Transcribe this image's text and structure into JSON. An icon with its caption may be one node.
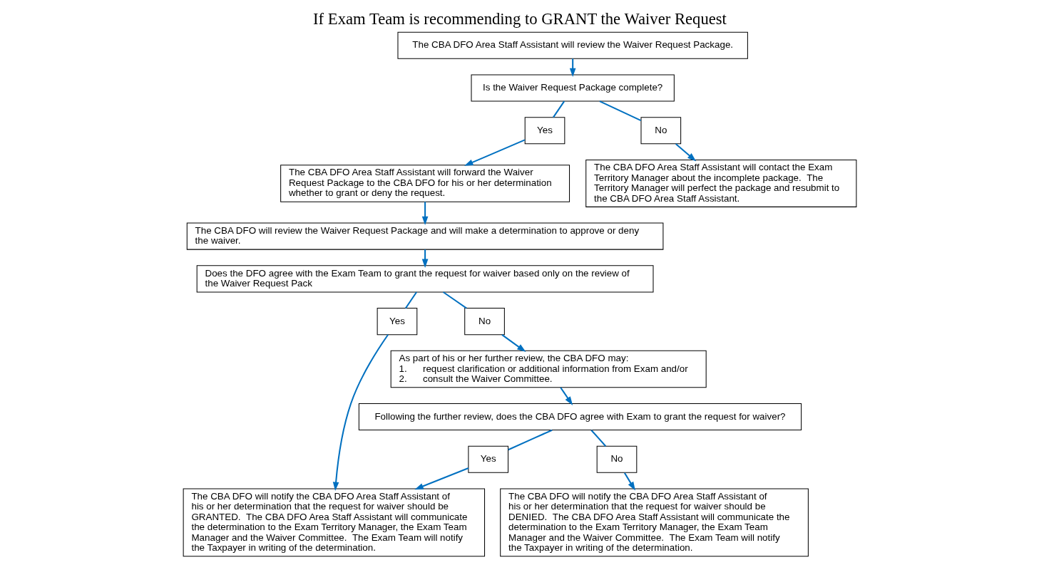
{
  "diagram": {
    "title": "If Exam Team is recommending to GRANT the Waiver Request",
    "nodes": [
      {
        "text": [
          "The CBA DFO Area Staff Assistant will review the Waiver Request Package."
        ]
      },
      {
        "text": [
          "Is the Waiver Request Package complete?"
        ]
      },
      {
        "text": [
          "Yes"
        ]
      },
      {
        "text": [
          "No"
        ]
      },
      {
        "text": [
          "The CBA DFO Area Staff Assistant will forward the Waiver Request Package to the CBA DFO for his or her determination whether to grant or deny the request."
        ]
      },
      {
        "text": [
          "The CBA DFO Area Staff Assistant will contact the Exam Territory Manager about the incomplete package.  The Territory Manager will perfect the package and resubmit to the CBA DFO Area Staff Assistant."
        ]
      },
      {
        "text": [
          "The CBA DFO will review the Waiver Request Package and will make a determination to approve or deny the waiver."
        ]
      },
      {
        "text": [
          "Does the DFO agree with the Exam Team to grant the request for waiver based only on the review of the Waiver Request Pack"
        ]
      },
      {
        "text": [
          "Yes"
        ]
      },
      {
        "text": [
          "No"
        ]
      },
      {
        "text": [
          "As part of his or her further review, the CBA DFO may:",
          "1.      request clarification or additional information from Exam and/or",
          "2.      consult the Waiver Committee."
        ]
      },
      {
        "text": [
          "Following the further review, does the CBA DFO agree with Exam to grant the request for waiver?"
        ]
      },
      {
        "text": [
          "Yes"
        ]
      },
      {
        "text": [
          "No"
        ]
      },
      {
        "text": [
          "The CBA DFO will notify the CBA DFO Area Staff Assistant of his or her determination that the request for waiver should be GRANTED.  The CBA DFO Area Staff Assistant will communicate the determination to the Exam Territory Manager, the Exam Team Manager and the Waiver Committee.  The Exam Team will notify the Taxpayer in writing of the determination."
        ]
      },
      {
        "text": [
          "The CBA DFO will notify the CBA DFO Area Staff Assistant of his or her determination that the request for waiver should be DENIED.  The CBA DFO Area Staff Assistant will communicate the determination to the Exam Territory Manager, the Exam Team Manager and the Waiver Committee.  The Exam Team will notify the Taxpayer in writing of the determination."
        ]
      }
    ],
    "edges": [
      {
        "from": 0,
        "to": 1,
        "arrow": "to"
      },
      {
        "from": 1,
        "to": 2,
        "arrow": "none"
      },
      {
        "from": 1,
        "to": 3,
        "arrow": "none"
      },
      {
        "from": 2,
        "to": 4,
        "arrow": "to"
      },
      {
        "from": 3,
        "to": 5,
        "arrow": "to"
      },
      {
        "from": 4,
        "to": 6,
        "arrow": "to"
      },
      {
        "from": 6,
        "to": 7,
        "arrow": "to"
      },
      {
        "from": 7,
        "to": 8,
        "arrow": "none"
      },
      {
        "from": 7,
        "to": 9,
        "arrow": "none"
      },
      {
        "from": 8,
        "to": 14,
        "arrow": "to"
      },
      {
        "from": 9,
        "to": 10,
        "arrow": "to"
      },
      {
        "from": 10,
        "to": 11,
        "arrow": "to"
      },
      {
        "from": 11,
        "to": 12,
        "arrow": "none"
      },
      {
        "from": 11,
        "to": 13,
        "arrow": "none"
      },
      {
        "from": 12,
        "to": 14,
        "arrow": "to"
      },
      {
        "from": 13,
        "to": 15,
        "arrow": "to"
      }
    ]
  }
}
